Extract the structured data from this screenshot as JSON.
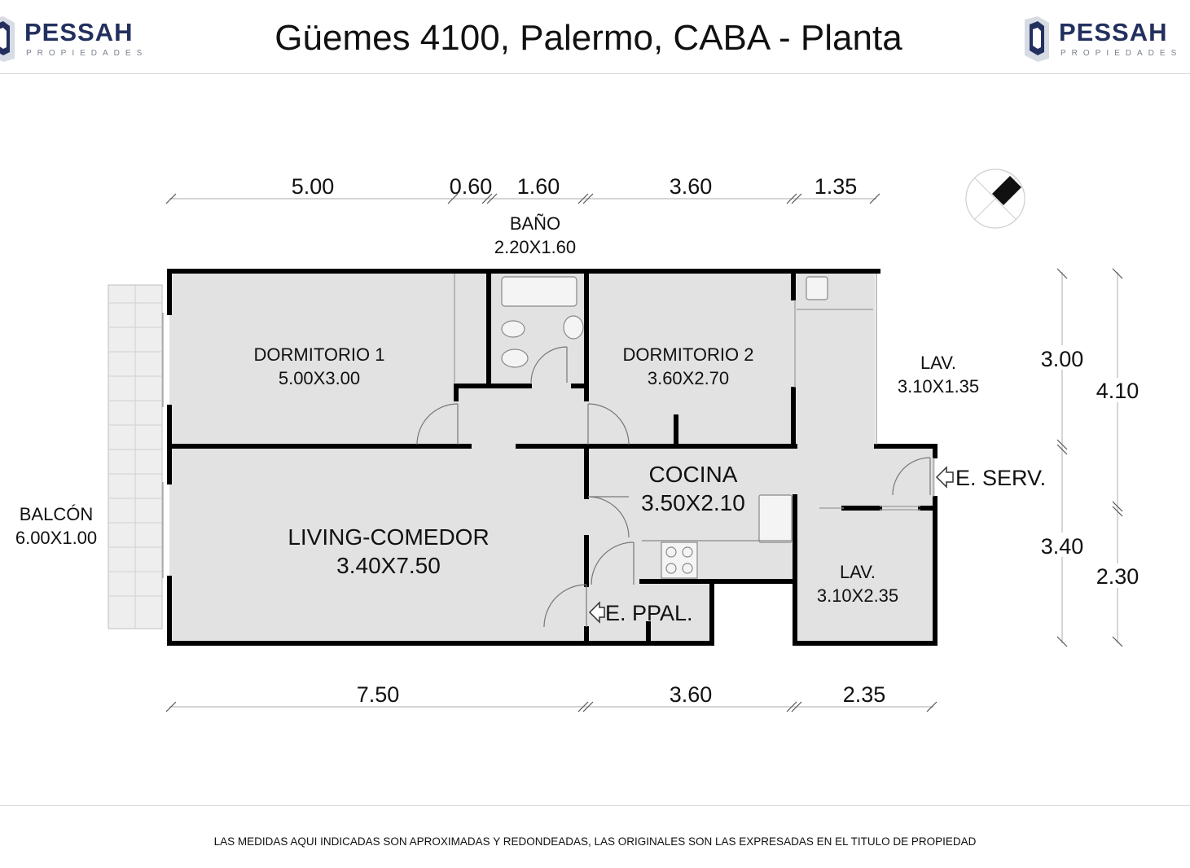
{
  "header": {
    "title": "Güemes 4100, Palermo, CABA - Planta",
    "logo_left": {
      "brand": "PESSAH",
      "sub": "PROPIEDADES"
    },
    "logo_right": {
      "brand": "PESSAH",
      "sub": "PROPIEDADES"
    }
  },
  "dimensions": {
    "top": [
      "5.00",
      "0.60",
      "1.60",
      "3.60",
      "1.35"
    ],
    "bottom": [
      "7.50",
      "3.60",
      "2.35"
    ],
    "right_inner": [
      "3.00",
      "3.40"
    ],
    "right_outer": [
      "4.10",
      "2.30"
    ]
  },
  "rooms": {
    "bano": {
      "name": "BAÑO",
      "size": "2.20X1.60"
    },
    "dormitorio1": {
      "name": "DORMITORIO 1",
      "size": "5.00X3.00"
    },
    "dormitorio2": {
      "name": "DORMITORIO 2",
      "size": "3.60X2.70"
    },
    "lav_top": {
      "name": "LAV.",
      "size": "3.10X1.35"
    },
    "cocina": {
      "name": "COCINA",
      "size": "3.50X2.10"
    },
    "living": {
      "name": "LIVING-COMEDOR",
      "size": "3.40X7.50"
    },
    "balcon": {
      "name": "BALCÓN",
      "size": "6.00X1.00"
    },
    "lav_bottom": {
      "name": "LAV.",
      "size": "3.10X2.35"
    }
  },
  "entrances": {
    "servicio": "E. SERV.",
    "principal": "E. PPAL."
  },
  "footer": {
    "disclaimer": "LAS MEDIDAS AQUI INDICADAS SON APROXIMADAS Y REDONDEADAS, LAS ORIGINALES SON LAS EXPRESADAS EN EL TITULO DE PROPIEDAD"
  },
  "colors": {
    "wall": "#000000",
    "floor": "#e2e2e2",
    "brand": "#23305f"
  }
}
